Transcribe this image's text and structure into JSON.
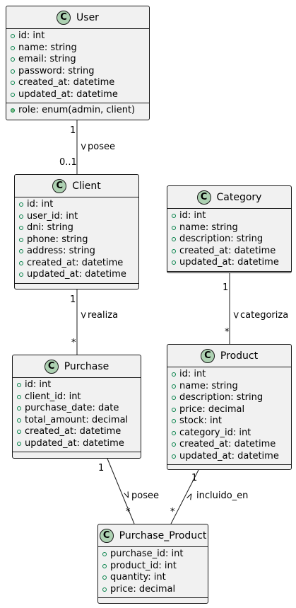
{
  "classes": {
    "user": {
      "name": "User",
      "attributes": [
        "id: int",
        "name: string",
        "email: string",
        "password: string",
        "created_at: datetime",
        "updated_at: datetime"
      ],
      "methods": [
        "role: enum(admin, client)"
      ]
    },
    "client": {
      "name": "Client",
      "attributes": [
        "id: int",
        "user_id: int",
        "dni: string",
        "phone: string",
        "address: string",
        "created_at: datetime",
        "updated_at: datetime"
      ]
    },
    "category": {
      "name": "Category",
      "attributes": [
        "id: int",
        "name: string",
        "description: string",
        "created_at: datetime",
        "updated_at: datetime"
      ]
    },
    "purchase": {
      "name": "Purchase",
      "attributes": [
        "id: int",
        "client_id: int",
        "purchase_date: date",
        "total_amount: decimal",
        "created_at: datetime",
        "updated_at: datetime"
      ]
    },
    "product": {
      "name": "Product",
      "attributes": [
        "id: int",
        "name: string",
        "description: string",
        "price: decimal",
        "stock: int",
        "category_id: int",
        "created_at: datetime",
        "updated_at: datetime"
      ]
    },
    "purchase_product": {
      "name": "Purchase_Product",
      "attributes": [
        "purchase_id: int",
        "product_id: int",
        "quantity: int",
        "price: decimal"
      ]
    }
  },
  "class_badge": "C",
  "relations": {
    "user_client": {
      "label": "posee",
      "arrow": ">",
      "from_mult": "1",
      "to_mult": "0..1"
    },
    "client_purchase": {
      "label": "realiza",
      "arrow": ">",
      "from_mult": "1",
      "to_mult": "*"
    },
    "category_product": {
      "label": "categoriza",
      "arrow": ">",
      "from_mult": "1",
      "to_mult": "*"
    },
    "purchase_pp": {
      "label": "posee",
      "arrow": ">",
      "from_mult": "1",
      "to_mult": "*"
    },
    "product_pp": {
      "label": "incluido_en",
      "arrow": ">",
      "from_mult": "1",
      "to_mult": "*"
    }
  },
  "colors": {
    "class_bg": "#f1f1f1",
    "border": "#181818",
    "badge": "#add1b2",
    "visibility_public": "#84be84"
  }
}
